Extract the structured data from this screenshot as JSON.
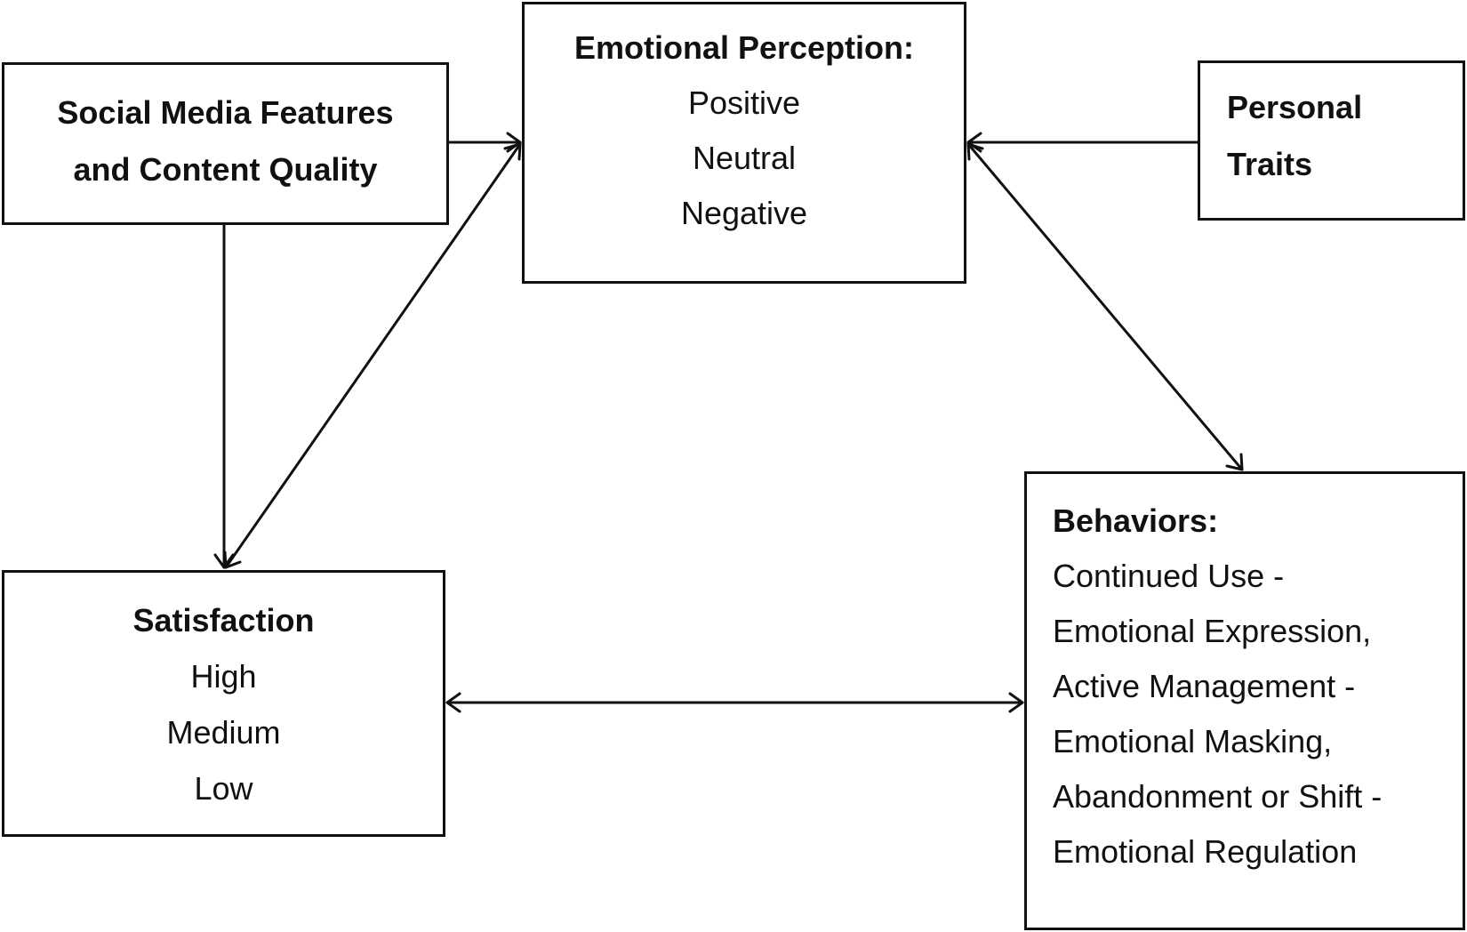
{
  "nodes": {
    "social_media": {
      "lines": [
        "Social Media Features",
        "and Content Quality"
      ]
    },
    "emotional_perception": {
      "title": "Emotional Perception:",
      "items": [
        "Positive",
        "Neutral",
        "Negative"
      ]
    },
    "personal_traits": {
      "lines": [
        "Personal",
        "Traits"
      ]
    },
    "satisfaction": {
      "title": "Satisfaction",
      "items": [
        "High",
        "Medium",
        "Low"
      ]
    },
    "behaviors": {
      "title": "Behaviors:",
      "items": [
        "Continued Use -",
        "Emotional Expression,",
        "Active Management -",
        "Emotional Masking,",
        "Abandonment or Shift -",
        "Emotional Regulation"
      ]
    }
  },
  "edges": [
    {
      "from": "social_media",
      "to": "emotional_perception",
      "direction": "forward"
    },
    {
      "from": "social_media",
      "to": "satisfaction",
      "direction": "forward"
    },
    {
      "from": "personal_traits",
      "to": "emotional_perception",
      "direction": "forward"
    },
    {
      "from": "emotional_perception",
      "to": "satisfaction",
      "direction": "bidirectional"
    },
    {
      "from": "emotional_perception",
      "to": "behaviors",
      "direction": "bidirectional"
    },
    {
      "from": "satisfaction",
      "to": "behaviors",
      "direction": "bidirectional"
    }
  ]
}
